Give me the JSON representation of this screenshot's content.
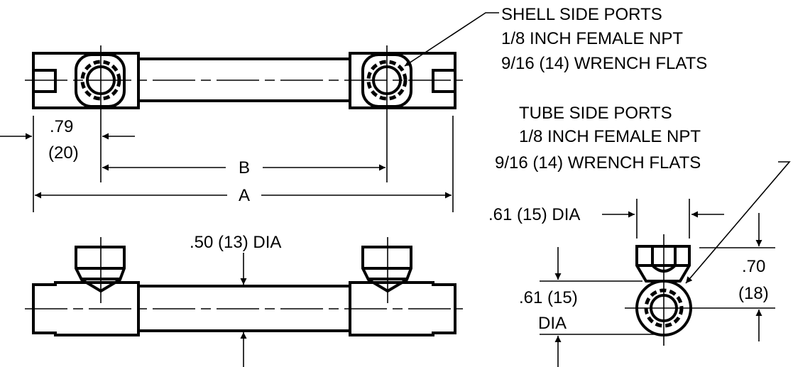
{
  "callouts": {
    "shell_ports": [
      "SHELL SIDE PORTS",
      "1/8 INCH FEMALE NPT",
      "9/16 (14) WRENCH FLATS"
    ],
    "tube_ports": [
      "TUBE SIDE PORTS",
      "1/8 INCH FEMALE NPT",
      "9/16 (14) WRENCH FLATS"
    ]
  },
  "dimensions": {
    "port_offset_in": ".79",
    "port_offset_mm": "(20)",
    "port_spacing": "B",
    "overall_length": "A",
    "tube_dia": ".50 (13) DIA",
    "hex_width": ".61 (15) DIA",
    "body_dia_line1": ".61 (15)",
    "body_dia_line2": "DIA",
    "port_height_in": ".70",
    "port_height_mm": "(18)"
  }
}
